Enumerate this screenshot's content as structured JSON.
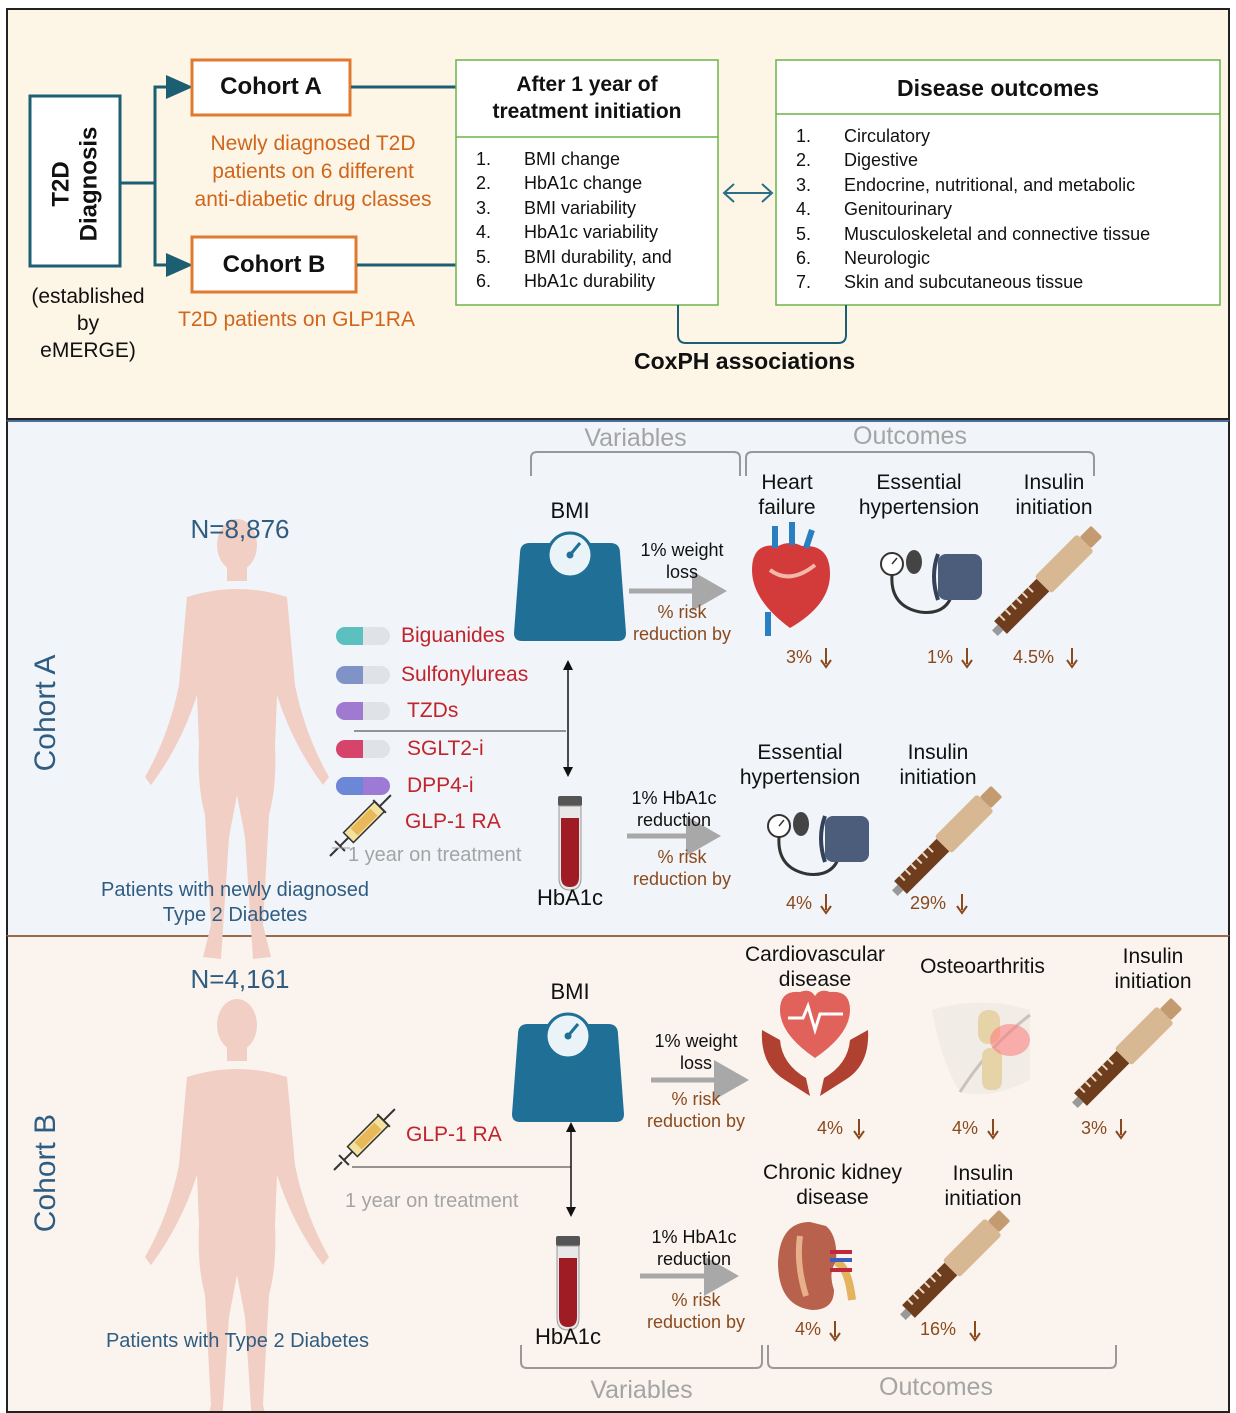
{
  "top": {
    "t2d_box": "T2D Diagnosis",
    "established": [
      "(established",
      "by",
      "eMERGE)"
    ],
    "cohort_a": {
      "label": "Cohort A",
      "desc": [
        "Newly diagnosed T2D",
        "patients on 6 different",
        "anti-diabetic drug classes"
      ]
    },
    "cohort_b": {
      "label": "Cohort B",
      "desc": "T2D patients on GLP1RA"
    },
    "treatment_box": {
      "title": [
        "After 1 year of",
        "treatment initiation"
      ],
      "items": [
        {
          "num": "1.",
          "text": "BMI change"
        },
        {
          "num": "2.",
          "text": "HbA1c change"
        },
        {
          "num": "3.",
          "text": "BMI variability"
        },
        {
          "num": "4.",
          "text": "HbA1c variability"
        },
        {
          "num": "5.",
          "text": "BMI durability, and"
        },
        {
          "num": "6.",
          "text": "HbA1c durability"
        }
      ]
    },
    "outcomes_box": {
      "title": "Disease outcomes",
      "items": [
        {
          "num": "1.",
          "text": "Circulatory"
        },
        {
          "num": "2.",
          "text": "Digestive"
        },
        {
          "num": "3.",
          "text": "Endocrine, nutritional, and metabolic"
        },
        {
          "num": "4.",
          "text": "Genitourinary"
        },
        {
          "num": "5.",
          "text": "Musculoskeletal and connective tissue"
        },
        {
          "num": "6.",
          "text": "Neurologic"
        },
        {
          "num": "7.",
          "text": "Skin and subcutaneous tissue"
        }
      ]
    },
    "coxph": "CoxPH associations"
  },
  "cohort_a": {
    "side_label": "Cohort A",
    "n": "N=8,876",
    "patients": [
      "Patients with newly diagnosed",
      "Type 2 Diabetes"
    ],
    "drugs": [
      "Biguanides",
      "Sulfonylureas",
      "TZDs",
      "SGLT2-i",
      "DPP4-i",
      "GLP-1 RA"
    ],
    "treatment_time": "1 year on treatment",
    "variables_label": "Variables",
    "outcomes_label": "Outcomes",
    "bmi": {
      "label": "BMI",
      "change": [
        "1% weight",
        "loss"
      ],
      "risk": [
        "% risk",
        "reduction by"
      ],
      "outcomes": [
        {
          "name": [
            "Heart",
            "failure"
          ],
          "value": "3%"
        },
        {
          "name": [
            "Essential",
            "hypertension"
          ],
          "value": "1%"
        },
        {
          "name": [
            "Insulin",
            "initiation"
          ],
          "value": "4.5%"
        }
      ]
    },
    "hba1c": {
      "label": "HbA1c",
      "change": [
        "1% HbA1c",
        "reduction"
      ],
      "risk": [
        "% risk",
        "reduction by"
      ],
      "outcomes": [
        {
          "name": [
            "Essential",
            "hypertension"
          ],
          "value": "4%"
        },
        {
          "name": [
            "Insulin",
            "initiation"
          ],
          "value": "29%"
        }
      ]
    }
  },
  "cohort_b": {
    "side_label": "Cohort B",
    "n": "N=4,161",
    "patients": "Patients with Type 2 Diabetes",
    "drug": "GLP-1 RA",
    "treatment_time": "1 year on treatment",
    "variables_label": "Variables",
    "outcomes_label": "Outcomes",
    "bmi": {
      "label": "BMI",
      "change": [
        "1% weight",
        "loss"
      ],
      "risk": [
        "% risk",
        "reduction by"
      ],
      "outcomes": [
        {
          "name": [
            "Cardiovascular",
            "disease"
          ],
          "value": "4%"
        },
        {
          "name": [
            "Osteoarthritis"
          ],
          "value": "4%"
        },
        {
          "name": [
            "Insulin",
            "initiation"
          ],
          "value": "3%"
        }
      ]
    },
    "hba1c": {
      "label": "HbA1c",
      "change": [
        "1% HbA1c",
        "reduction"
      ],
      "risk": [
        "% risk",
        "reduction by"
      ],
      "outcomes": [
        {
          "name": [
            "Chronic kidney",
            "disease"
          ],
          "value": "4%"
        },
        {
          "name": [
            "Insulin",
            "initiation"
          ],
          "value": "16%"
        }
      ]
    }
  },
  "colors": {
    "teal": "#1c5f73",
    "orange": "#d0651c",
    "green_border": "#6db34a",
    "drug_red": "#c0242c",
    "blue_text": "#2f5d82",
    "brown_text": "#8a4a1e",
    "scale_blue": "#1f6f96"
  }
}
